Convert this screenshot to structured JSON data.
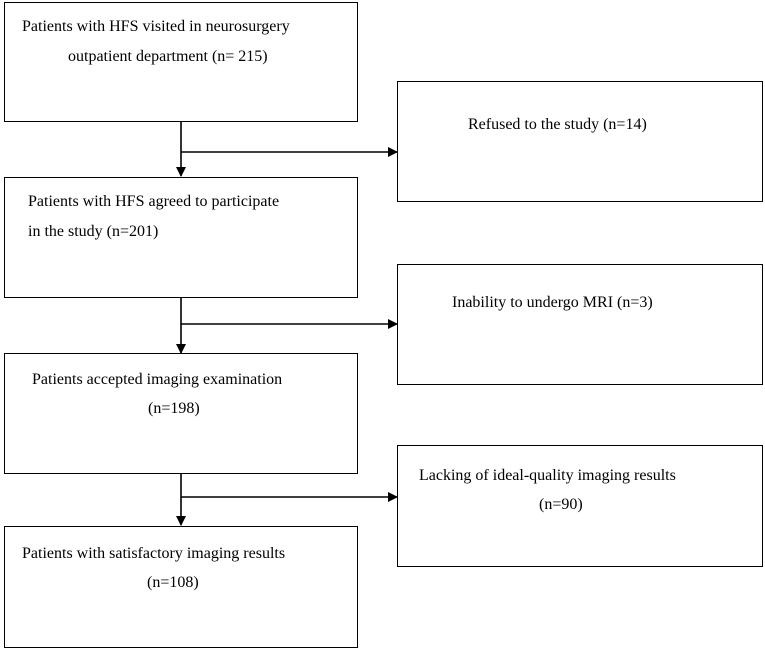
{
  "flowchart": {
    "main_boxes": [
      {
        "lines": [
          "Patients with HFS visited in neurosurgery",
          "outpatient department (n= 215)"
        ]
      },
      {
        "lines": [
          "Patients with HFS agreed to participate",
          "in the study (n=201)"
        ]
      },
      {
        "lines": [
          "Patients accepted imaging examination",
          "(n=198)"
        ]
      },
      {
        "lines": [
          "Patients with satisfactory imaging results",
          "(n=108)"
        ]
      }
    ],
    "side_boxes": [
      {
        "lines": [
          "Refused to the study (n=14)"
        ]
      },
      {
        "lines": [
          "Inability to undergo MRI (n=3)"
        ]
      },
      {
        "lines": [
          "Lacking of ideal-quality imaging results",
          "(n=90)"
        ]
      }
    ]
  }
}
